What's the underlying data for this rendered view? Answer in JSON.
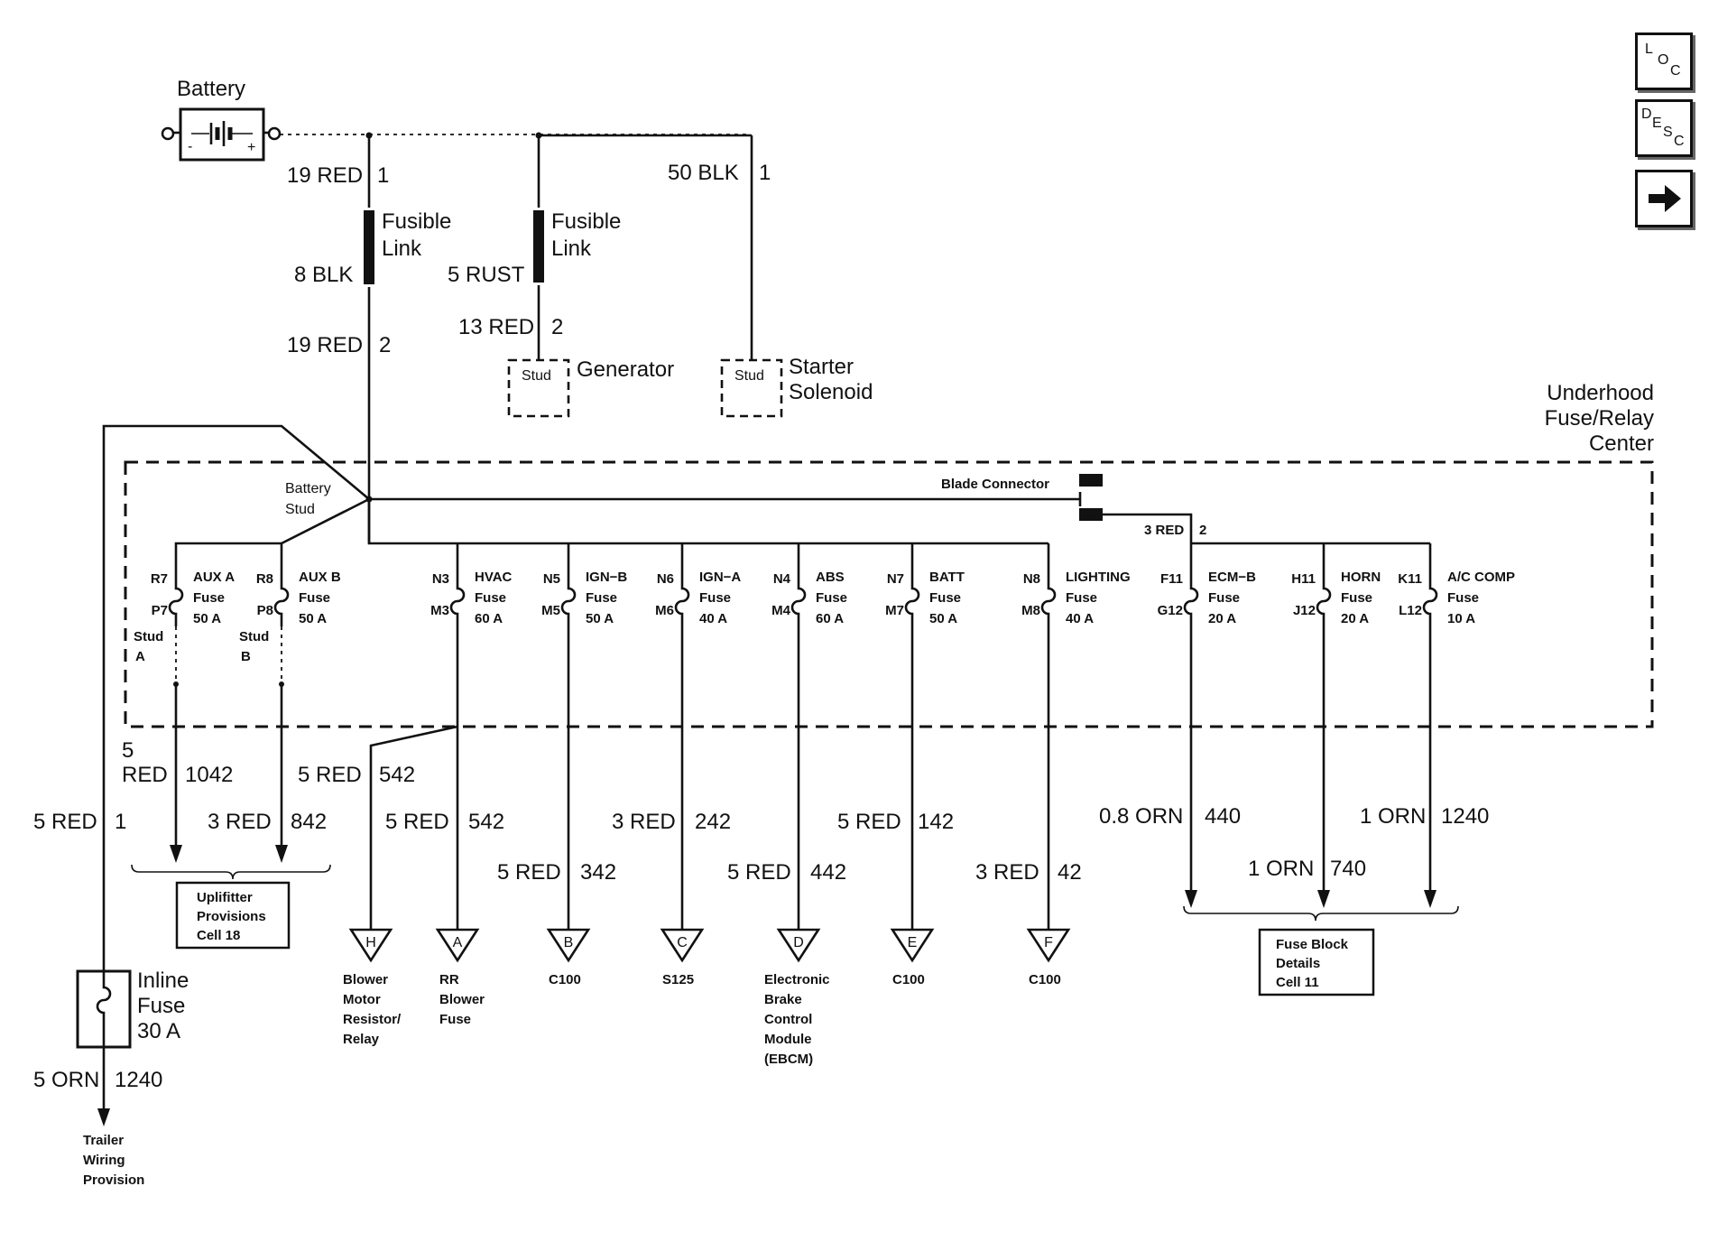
{
  "side_buttons": {
    "loc": {
      "l1": "L",
      "l2": "O",
      "l3": "C"
    },
    "desc": {
      "l1": "D",
      "l2": "E",
      "l3": "S",
      "l4": "C"
    }
  },
  "battery": {
    "label": "Battery"
  },
  "fusible_links": [
    {
      "line1": "Fusible",
      "line2": "Link"
    },
    {
      "line1": "Fusible",
      "line2": "Link"
    }
  ],
  "top_wires": {
    "w1_upper": "19 RED",
    "w1_upper_pin": "1",
    "w1_mid": "8 BLK",
    "w1_lower": "19 RED",
    "w1_lower_pin": "2",
    "w2_mid": "5 RUST",
    "w2_lower": "13 RED",
    "w2_lower_pin": "2",
    "w3_upper": "50 BLK",
    "w3_upper_pin": "1"
  },
  "studs": [
    {
      "box": "Stud",
      "label1": "Generator",
      "label2": ""
    },
    {
      "box": "Stud",
      "label1": "Starter",
      "label2": "Solenoid"
    }
  ],
  "center_label": {
    "l1": "Underhood",
    "l2": "Fuse/Relay",
    "l3": "Center"
  },
  "battery_stud": {
    "l1": "Battery",
    "l2": "Stud"
  },
  "blade_connector": {
    "label": "Blade Connector",
    "wire": "3 RED",
    "pin": "2"
  },
  "fuses": [
    {
      "pin_top": "R7",
      "pin_bot": "P7",
      "name": "AUX A",
      "line2": "Fuse",
      "rating": "50 A",
      "stud1": "Stud",
      "stud2": "A"
    },
    {
      "pin_top": "R8",
      "pin_bot": "P8",
      "name": "AUX B",
      "line2": "Fuse",
      "rating": "50 A",
      "stud1": "Stud",
      "stud2": "B"
    },
    {
      "pin_top": "N3",
      "pin_bot": "M3",
      "name": "HVAC",
      "line2": "Fuse",
      "rating": "60 A"
    },
    {
      "pin_top": "N5",
      "pin_bot": "M5",
      "name": "IGN−B",
      "line2": "Fuse",
      "rating": "50 A"
    },
    {
      "pin_top": "N6",
      "pin_bot": "M6",
      "name": "IGN−A",
      "line2": "Fuse",
      "rating": "40 A"
    },
    {
      "pin_top": "N4",
      "pin_bot": "M4",
      "name": "ABS",
      "line2": "Fuse",
      "rating": "60 A"
    },
    {
      "pin_top": "N7",
      "pin_bot": "M7",
      "name": "BATT",
      "line2": "Fuse",
      "rating": "50 A"
    },
    {
      "pin_top": "N8",
      "pin_bot": "M8",
      "name": "LIGHTING",
      "line2": "Fuse",
      "rating": "40 A"
    },
    {
      "pin_top": "F11",
      "pin_bot": "G12",
      "name": "ECM−B",
      "line2": "Fuse",
      "rating": "20 A"
    },
    {
      "pin_top": "H11",
      "pin_bot": "J12",
      "name": "HORN",
      "line2": "Fuse",
      "rating": "20 A"
    },
    {
      "pin_top": "K11",
      "pin_bot": "L12",
      "name": "A/C COMP",
      "line2": "Fuse",
      "rating": "10 A"
    }
  ],
  "wire_labels": [
    {
      "text": "5"
    },
    {
      "text": "RED"
    },
    {
      "text": "1042"
    },
    {
      "text": "5 RED"
    },
    {
      "text": "542"
    },
    {
      "text": "5 RED"
    },
    {
      "text": "1"
    },
    {
      "text": "3 RED"
    },
    {
      "text": "842"
    },
    {
      "text": "5 RED"
    },
    {
      "text": "542"
    },
    {
      "text": "3 RED"
    },
    {
      "text": "242"
    },
    {
      "text": "5 RED"
    },
    {
      "text": "142"
    },
    {
      "text": "0.8 ORN"
    },
    {
      "text": "440"
    },
    {
      "text": "1 ORN"
    },
    {
      "text": "1240"
    },
    {
      "text": "5 RED"
    },
    {
      "text": "342"
    },
    {
      "text": "5 RED"
    },
    {
      "text": "442"
    },
    {
      "text": "3 RED"
    },
    {
      "text": "42"
    },
    {
      "text": "1 ORN"
    },
    {
      "text": "740"
    },
    {
      "text": "5 ORN"
    },
    {
      "text": "1240"
    }
  ],
  "uplifitter_box": {
    "l1": "Uplifitter",
    "l2": "Provisions",
    "l3": "Cell 18"
  },
  "fuse_block_box": {
    "l1": "Fuse Block",
    "l2": "Details",
    "l3": "Cell 11"
  },
  "inline_fuse": {
    "l1": "Inline",
    "l2": "Fuse",
    "l3": "30 A"
  },
  "connectors": [
    {
      "letter": "H",
      "l1": "Blower",
      "l2": "Motor",
      "l3": "Resistor/",
      "l4": "Relay",
      "l5": ""
    },
    {
      "letter": "A",
      "l1": "RR",
      "l2": "Blower",
      "l3": "Fuse",
      "l4": "",
      "l5": ""
    },
    {
      "letter": "B",
      "l1": "C100",
      "l2": "",
      "l3": "",
      "l4": "",
      "l5": ""
    },
    {
      "letter": "C",
      "l1": "S125",
      "l2": "",
      "l3": "",
      "l4": "",
      "l5": ""
    },
    {
      "letter": "D",
      "l1": "Electronic",
      "l2": "Brake",
      "l3": "Control",
      "l4": "Module",
      "l5": "(EBCM)"
    },
    {
      "letter": "E",
      "l1": "C100",
      "l2": "",
      "l3": "",
      "l4": "",
      "l5": ""
    },
    {
      "letter": "F",
      "l1": "C100",
      "l2": "",
      "l3": "",
      "l4": "",
      "l5": ""
    }
  ],
  "trailer": {
    "l1": "Trailer",
    "l2": "Wiring",
    "l3": "Provision"
  }
}
